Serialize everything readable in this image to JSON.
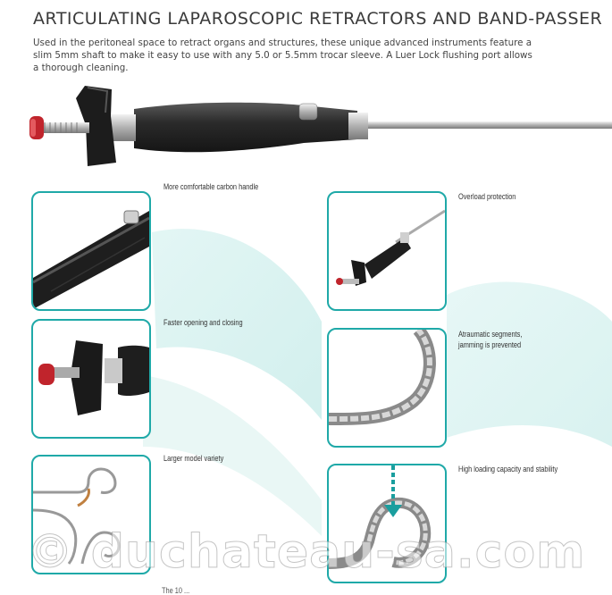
{
  "header": {
    "title": "ARTICULATING LAPAROSCOPIC RETRACTORS AND BAND-PASSER",
    "intro": "Used in the peritoneal space to retract organs and structures, these unique advanced instruments feature a slim 5mm shaft to make it easy to use with any 5.0 or 5.5mm trocar sleeve. A Luer Lock flushing port allows a thorough cleaning."
  },
  "features": [
    {
      "caption": "More comfortable carbon handle"
    },
    {
      "caption": "Overload protection"
    },
    {
      "caption": "Faster opening and closing"
    },
    {
      "caption": "Atraumatic segments,"
    },
    {
      "caption": "jamming is prevented"
    },
    {
      "caption": "Larger model variety"
    },
    {
      "caption": "High loading capacity and stability"
    }
  ],
  "footer": {
    "cut_caption": "The 10 ..."
  },
  "watermark": {
    "text": "© duchateau-sa.com"
  },
  "colors": {
    "accent": "#1fa9a8",
    "arrow": "#1a9e9e"
  }
}
